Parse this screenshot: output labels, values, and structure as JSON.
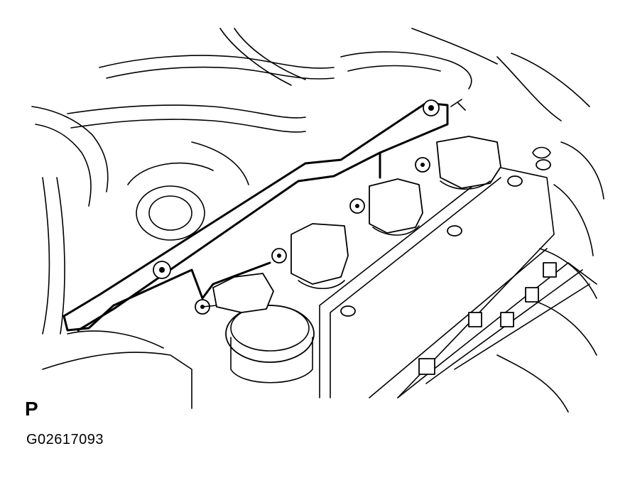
{
  "view_label": "P",
  "figure_code": "G02617093",
  "components": [
    "ignition-coil-1",
    "ignition-coil-2",
    "ignition-coil-3",
    "ignition-coil-4",
    "wire-harness-bracket",
    "oil-filler-cap",
    "cylinder-head-cover"
  ]
}
